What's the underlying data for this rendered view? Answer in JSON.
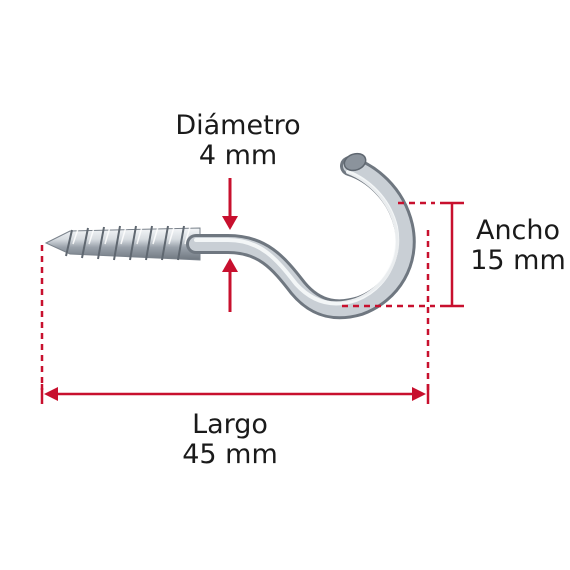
{
  "dimensions": {
    "diametro": {
      "label": "Diámetro",
      "value": "4 mm"
    },
    "ancho": {
      "label": "Ancho",
      "value": "15 mm"
    },
    "largo": {
      "label": "Largo",
      "value": "45 mm"
    }
  },
  "colors": {
    "dimension_lines": "#c8102e",
    "text": "#1a1a1a",
    "metal_light": "#f4f6f8",
    "metal_dark": "#7d8590"
  }
}
